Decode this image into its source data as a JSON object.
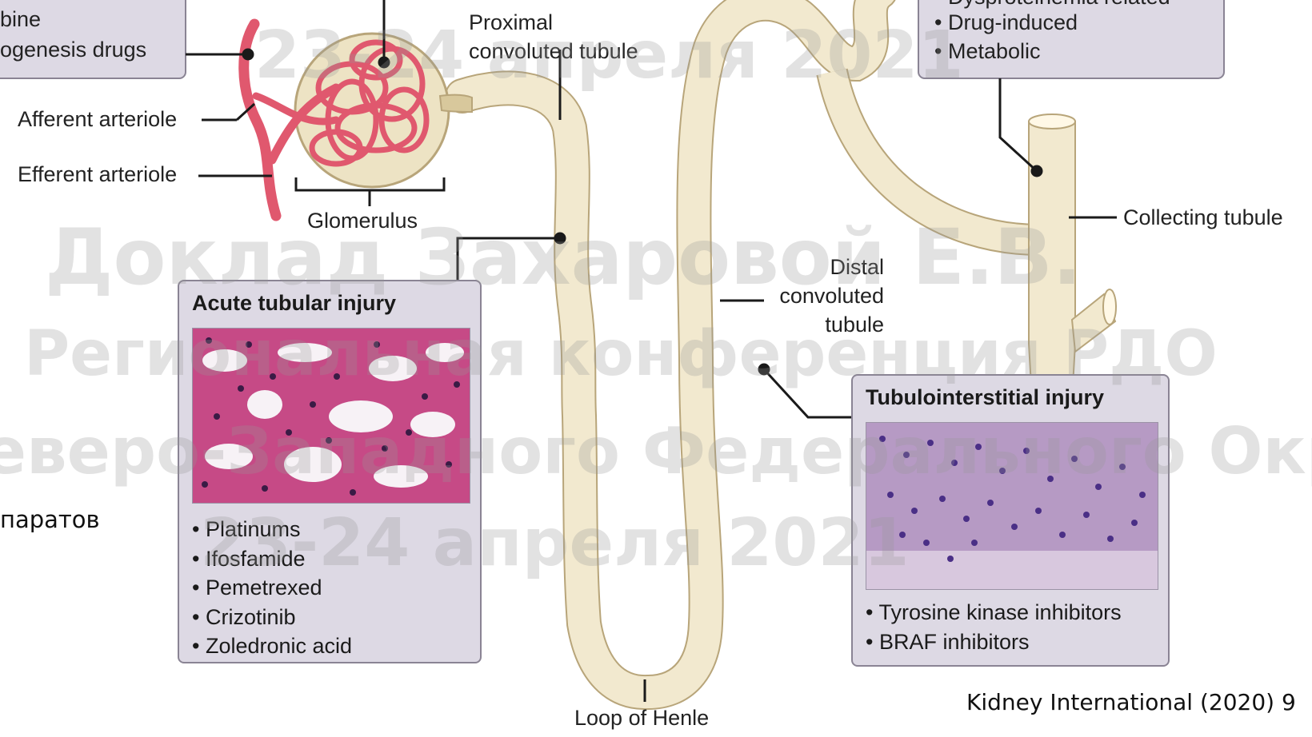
{
  "top_left_box": {
    "lines": [
      "bine",
      "ogenesis drugs"
    ]
  },
  "top_right_box": {
    "items": [
      "Dysproteinemia related",
      "Drug-induced",
      "Metabolic"
    ]
  },
  "labels": {
    "proximal": "Proximal\nconvoluted tubule",
    "afferent": "Afferent arteriole",
    "efferent": "Efferent arteriole",
    "glomerulus": "Glomerulus",
    "distal": "Distal\nconvoluted\ntubule",
    "collecting": "Collecting tubule",
    "loop": "Loop of Henle"
  },
  "acute_box": {
    "title": "Acute tubular injury",
    "items": [
      "Platinums",
      "Ifosfamide",
      "Pemetrexed",
      "Crizotinib",
      "Zoledronic acid"
    ]
  },
  "tubulo_box": {
    "title": "Tubulointerstitial injury",
    "items": [
      "Tyrosine kinase inhibitors",
      "BRAF inhibitors"
    ]
  },
  "left_fragment": "паратов",
  "citation": "Kidney International (2020) 9",
  "watermark": {
    "date": "23-24 апреля 2021",
    "speaker": "Доклад Захаровой Е.В.",
    "conference": "Региональная конференция РДО",
    "district": "Северо-Западного Федерального Округа"
  },
  "colors": {
    "tubule_fill": "#f2e9cf",
    "tubule_stroke": "#b8a57a",
    "vessel": "#e0586e",
    "box_bg": "#ddd9e4",
    "box_border": "#8a8494"
  }
}
